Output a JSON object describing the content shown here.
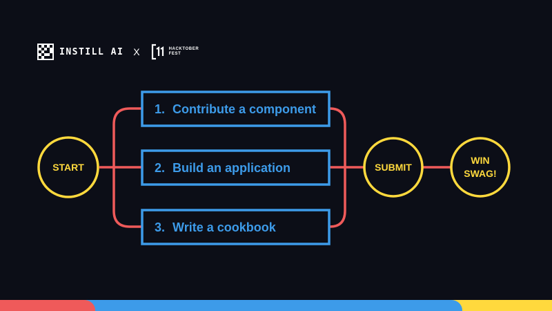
{
  "header": {
    "brand": "INSTILL AI",
    "separator": "X",
    "partner_line1": "HACKTOBER",
    "partner_line2": "FEST",
    "logo_icon": "instill-ai-logo-icon",
    "partner_icon": "hacktoberfest-logo-icon"
  },
  "flow": {
    "start": "START",
    "steps": [
      {
        "number": "1.",
        "label": "Contribute a component"
      },
      {
        "number": "2.",
        "label": "Build an application"
      },
      {
        "number": "3.",
        "label": "Write a cookbook"
      }
    ],
    "submit": "SUBMIT",
    "win_line1": "WIN",
    "win_line2": "SWAG!"
  },
  "colors": {
    "background": "#0c0e17",
    "circle_stroke": "#ffd93d",
    "box_stroke": "#3d9be9",
    "connector": "#ef5a5a",
    "bottom_bar": [
      "#ef5a5a",
      "#3d9be9",
      "#ffd93d"
    ]
  }
}
